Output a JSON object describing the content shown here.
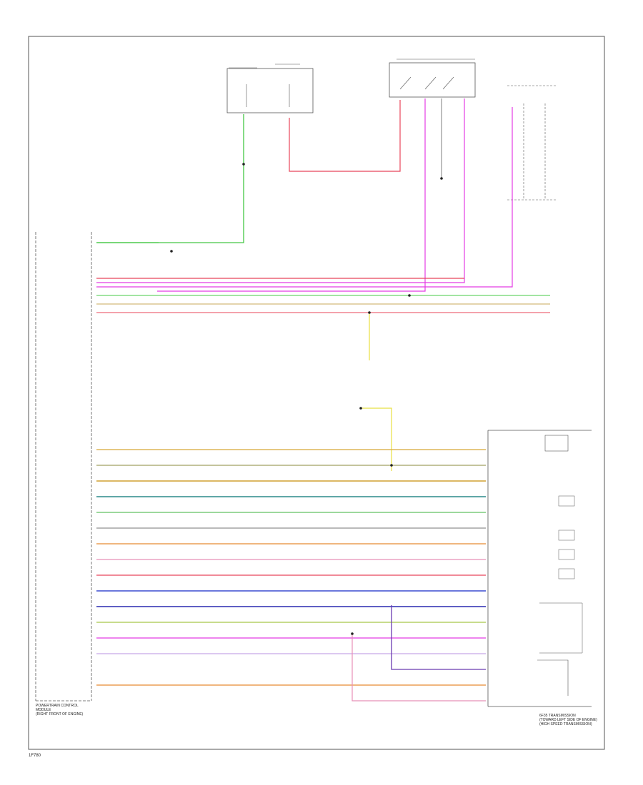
{
  "diagram": {
    "footer_code": "1F780",
    "pcm_label": [
      "POWERTRAIN CONTROL",
      "MODULE",
      "(RIGHT FRONT OF ENGINE)"
    ],
    "tcm_label": [
      "6F35 TRANSMISSION",
      "(TOWARD LEFT SIDE OF ENGINE)",
      "(HIGH SPEED TRANSMISSION)"
    ],
    "wire_colors": {
      "green": "#44c844",
      "red": "#e8455a",
      "magenta": "#e43ce4",
      "tan": "#c8a858",
      "gold": "#d8a838",
      "olive": "#a0a060",
      "yellow": "#e8e040",
      "teal": "#2a8a8a",
      "light_green": "#60c060",
      "gray": "#909090",
      "orange": "#e88a30",
      "pink": "#e890b8",
      "blue": "#3a4ad0",
      "dark_blue": "#2a2ab0",
      "violet": "#9a50c8",
      "lavender": "#c8a8e8",
      "lime": "#a8c848",
      "black": "#222222"
    }
  }
}
